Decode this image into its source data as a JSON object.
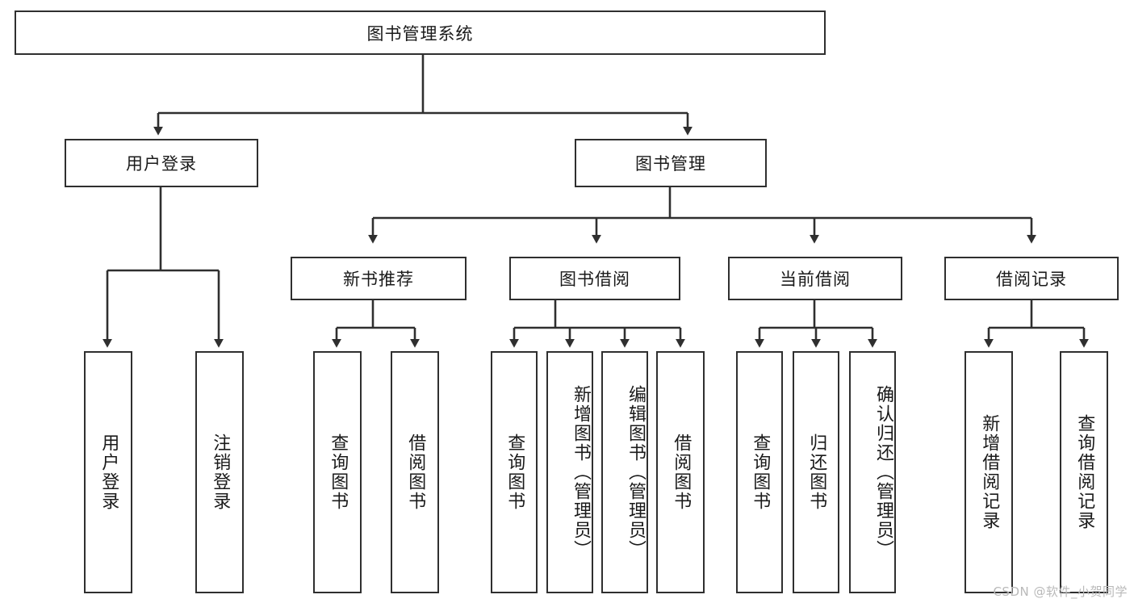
{
  "diagram": {
    "title": "图书管理系统",
    "type": "功能结构图",
    "root": {
      "label": "图书管理系统"
    },
    "level2": [
      {
        "label": "用户登录"
      },
      {
        "label": "图书管理"
      }
    ],
    "level3": [
      {
        "label": "新书推荐"
      },
      {
        "label": "图书借阅"
      },
      {
        "label": "当前借阅"
      },
      {
        "label": "借阅记录"
      }
    ],
    "leaves": {
      "user_login": [
        {
          "label": "用户登录"
        },
        {
          "label": "注销登录"
        }
      ],
      "new_book_recommend": [
        {
          "label": "查询图书"
        },
        {
          "label": "借阅图书"
        }
      ],
      "book_borrow": [
        {
          "label": "查询图书"
        },
        {
          "label": "新增图书（管理员）"
        },
        {
          "label": "编辑图书（管理员）"
        },
        {
          "label": "借阅图书"
        }
      ],
      "current_borrow": [
        {
          "label": "查询图书"
        },
        {
          "label": "归还图书"
        },
        {
          "label": "确认归还（管理员）"
        }
      ],
      "borrow_record": [
        {
          "label": "新增借阅记录"
        },
        {
          "label": "查询借阅记录"
        }
      ]
    }
  },
  "watermark": {
    "text": "CSDN @软件_小贺同学"
  },
  "colors": {
    "border": "#2f2f2f",
    "text": "#1a1a1a",
    "background": "#ffffff",
    "watermark": "#b9b9b9"
  }
}
